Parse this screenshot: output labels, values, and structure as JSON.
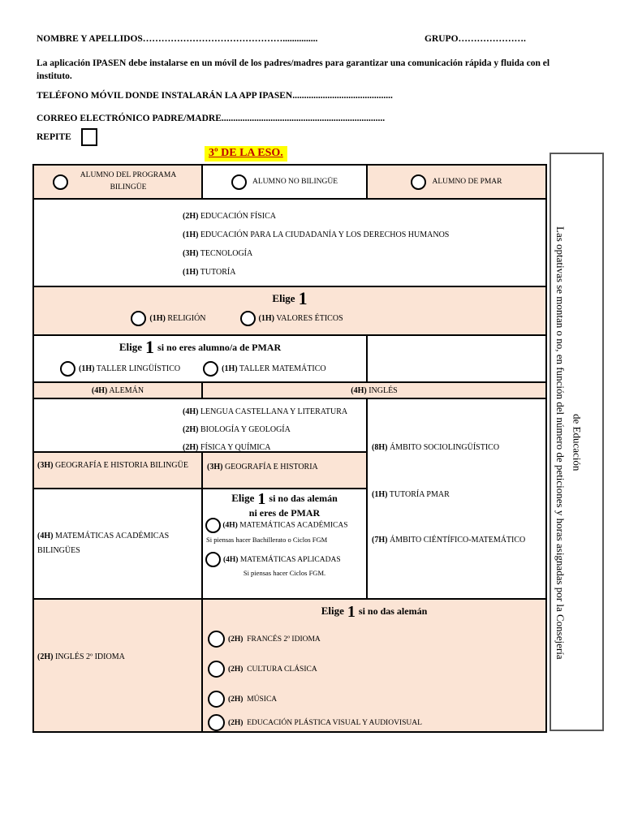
{
  "top": {
    "nombre_label": "NOMBRE Y APELLIDOS",
    "nombre_dots": "………………………………………...............",
    "grupo_label": "GRUPO",
    "grupo_dots": "………………….",
    "ipasen_note": "La aplicación IPASEN debe instalarse en un móvil de los padres/madres para garantizar una comunicación rápida y fluida con el instituto.",
    "telefono_label": "TELÉFONO MÓVIL DONDE INSTALARÁN LA APP IPASEN",
    "telefono_dots": "...........................................",
    "correo_label": "CORREO ELECTRÓNICO PADRE/MADRE",
    "correo_dots": "......................................................................",
    "repite_label": "REPITE"
  },
  "title": "3º DE LA ESO.",
  "header": {
    "bilingue": "ALUMNO DEL PROGRAMA BILINGÜE",
    "no_bilingue": "ALUMNO NO BILINGÜE",
    "pmar": "ALUMNO DE PMAR"
  },
  "common": {
    "items": [
      {
        "h": "(2H)",
        "n": "EDUCACIÓN FÍSICA"
      },
      {
        "h": "(1H)",
        "n": "EDUCACIÓN PARA LA CIUDADANÍA Y LOS DERECHOS HUMANOS"
      },
      {
        "h": "(3H)",
        "n": "TECNOLOGÍA"
      },
      {
        "h": "(1H)",
        "n": "TUTORÍA"
      }
    ]
  },
  "religion": {
    "elige": "Elige",
    "num": "1",
    "options": [
      {
        "h": "(1H)",
        "n": "RELIGIÓN"
      },
      {
        "h": "(1H)",
        "n": "VALORES ÉTICOS"
      }
    ]
  },
  "taller": {
    "elige": "Elige",
    "num": "1",
    "cond": "si no eres alumno/a de PMAR",
    "options": [
      {
        "h": "(1H)",
        "n": "TALLER LINGÜÍSTICO"
      },
      {
        "h": "(1H)",
        "n": "TALLER MATEMÁTICO"
      }
    ]
  },
  "idiomas": {
    "aleman_h": "(4H)",
    "aleman": "ALEMÁN",
    "ingles_h": "(4H)",
    "ingles": "INGLÉS"
  },
  "troncales": {
    "items": [
      {
        "h": "(4H)",
        "n": "LENGUA CASTELLANA Y LITERATURA"
      },
      {
        "h": "(2H)",
        "n": "BIOLOGÍA Y GEOLOGÍA"
      },
      {
        "h": "(2H)",
        "n": "FÍSICA Y QUÍMICA"
      }
    ]
  },
  "geo_bilingue": {
    "h": "(3H)",
    "n": "GEOGRAFÍA E HISTORIA BILINGÜE"
  },
  "geo": {
    "h": "(3H)",
    "n": "GEOGRAFÍA E HISTORIA"
  },
  "pmar_col": {
    "socio_h": "(8H)",
    "socio": "ÁMBITO SOCIOLINGÜÍSTICO",
    "tutoria_h": "(1H)",
    "tutoria": "TUTORÍA PMAR",
    "cientifico_h": "(7H)",
    "cientifico": "ÁMBITO CIÉNTÍFICO-MATEMÁTICO"
  },
  "mate_bilingue": {
    "h": "(4H)",
    "n": "MATEMÁTICAS ACADÉMICAS BILINGÜES"
  },
  "mates": {
    "elige": "Elige",
    "num": "1",
    "cond": "si no das alemán",
    "cond2": "ni eres de PMAR",
    "options": [
      {
        "h": "(4H)",
        "n": "MATEMÁTICAS ACADÉMICAS",
        "note": "Si piensas hacer Bachillerato o Ciclos FGM"
      },
      {
        "h": "(4H)",
        "n": "MATEMÁTICAS APLICADAS",
        "note": "Si piensas hacer Ciclos FGM."
      }
    ]
  },
  "ingles2": {
    "h": "(2H)",
    "n": "INGLÉS 2º IDIOMA"
  },
  "optativas": {
    "elige": "Elige",
    "num": "1",
    "cond": "si no das alemán",
    "options": [
      {
        "h": "(2H)",
        "n": "FRANCÉS 2º IDIOMA"
      },
      {
        "h": "(2H)",
        "n": "CULTURA CLÁSICA"
      },
      {
        "h": "(2H)",
        "n": "MÚSICA"
      },
      {
        "h": "(2H)",
        "n": "EDUCACIÓN PLÁSTICA VISUAL Y AUDIOVISUAL"
      }
    ]
  },
  "sidebar": {
    "line1": "Las optativas se montan o no, en función del número de peticiones y horas asignadas por la Consejería",
    "line2": "de Educación"
  },
  "colors": {
    "peach": "#fbe4d5",
    "highlight": "#ffff00",
    "title_red": "#c00000"
  }
}
